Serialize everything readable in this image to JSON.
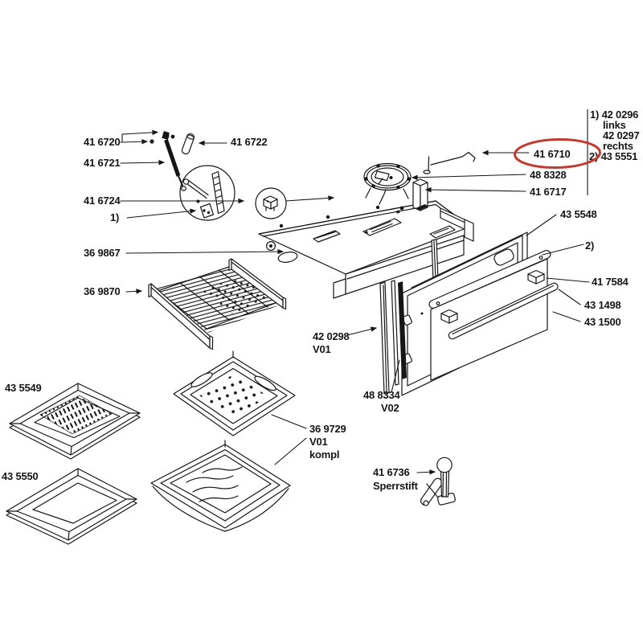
{
  "colors": {
    "line": "#161616",
    "highlight": "#c23b30",
    "background": "#ffffff"
  },
  "callouts": {
    "c416720": {
      "text": "41 6720"
    },
    "c416722": {
      "text": "41 6722"
    },
    "c416721": {
      "text": "41 6721"
    },
    "c416724": {
      "text": "41 6724"
    },
    "note1": {
      "text": "1)"
    },
    "c369867": {
      "text": "36 9867"
    },
    "c369870": {
      "text": "36 9870"
    },
    "c435549": {
      "text": "43 5549"
    },
    "c435550": {
      "text": "43 5550"
    },
    "c420298": {
      "text": "42 0298",
      "variant": "V01"
    },
    "c488334": {
      "text": "48 8334",
      "variant": "V02"
    },
    "c369729": {
      "text": "36 9729",
      "variant": "V01",
      "suffix": "kompl"
    },
    "c416736": {
      "text": "41 6736",
      "name": "Sperrstift"
    },
    "c416710": {
      "text": "41 6710"
    },
    "c488328": {
      "text": "48 8328"
    },
    "c416717": {
      "text": "41 6717"
    },
    "c435548": {
      "text": "43 5548"
    },
    "note2": {
      "text": "2)"
    },
    "c417584": {
      "text": "41 7584"
    },
    "c431498": {
      "text": "43 1498"
    },
    "c431500": {
      "text": "43 1500"
    }
  },
  "legend": {
    "line1": "1) 42 0296",
    "line2": "links",
    "line3": "42 0297",
    "line4": "rechts",
    "line5": "2) 43 5551"
  }
}
